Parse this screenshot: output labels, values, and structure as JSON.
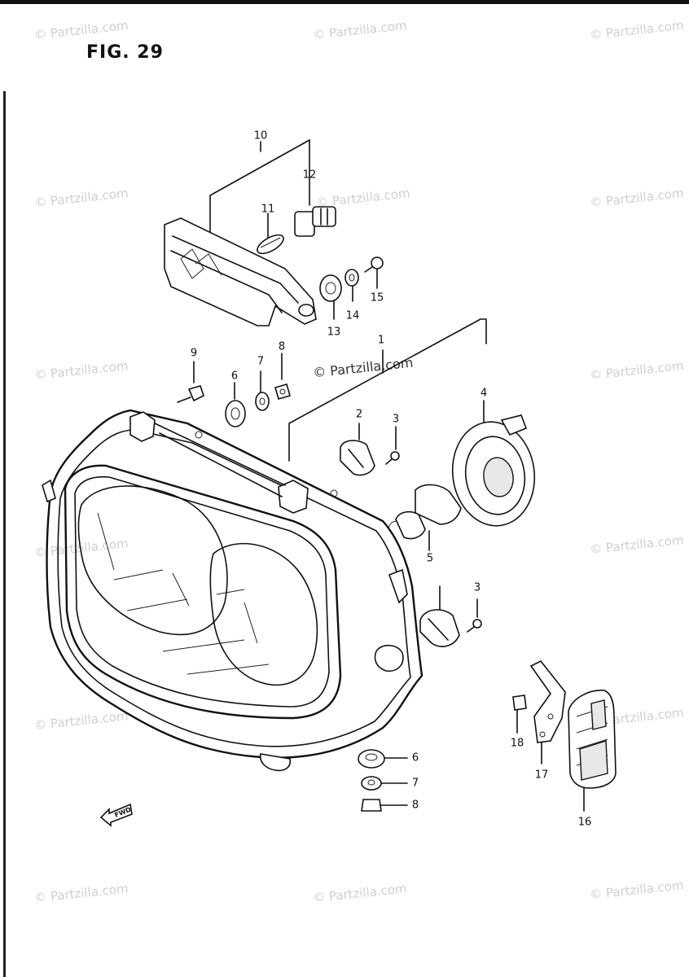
{
  "figure": {
    "title": "FIG. 29"
  },
  "watermarks": [
    "© Partzilla.com",
    "© Partzilla.com",
    "© Partzilla.com",
    "© Partzilla.com",
    "© Partzilla.com",
    "© Partzilla.com",
    "© Partzilla.com",
    "© Partzilla.com",
    "© Partzilla.com",
    "© Partzilla.com",
    "© Partzilla.com",
    "© Partzilla.com",
    "© Partzilla.com",
    "© Partzilla.com",
    "© Partzilla.com",
    "© Partzilla.com"
  ],
  "callouts": [
    "10",
    "12",
    "11",
    "15",
    "14",
    "13",
    "1",
    "9",
    "7",
    "8",
    "6",
    "2",
    "3",
    "4",
    "5",
    "3",
    "18",
    "17",
    "6",
    "7",
    "8",
    "16"
  ],
  "direction_mark": "FWD",
  "colors": {
    "line": "#111111",
    "watermark": "#cfcfcf",
    "background": "#ffffff"
  }
}
